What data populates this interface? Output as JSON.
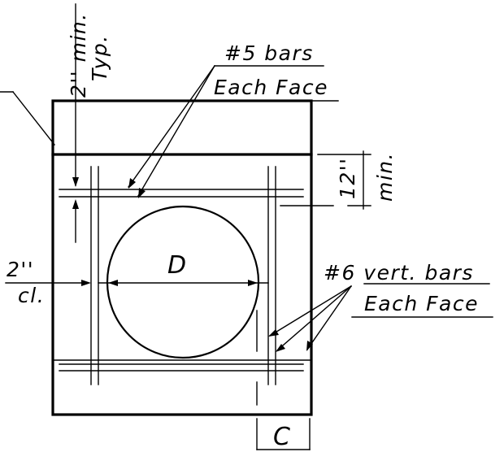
{
  "labels": {
    "min_2in": "2'' min.",
    "typ": "Typ.",
    "bars_5": "#5 bars",
    "each_face_top": "Each Face",
    "dim_12in": "12''",
    "min_short": "min.",
    "dim_2in": "2''",
    "cl": "cl.",
    "diameter": "D",
    "bars_6": "#6 vert. bars",
    "each_face_bottom": "Each Face",
    "dim_c": "C"
  }
}
